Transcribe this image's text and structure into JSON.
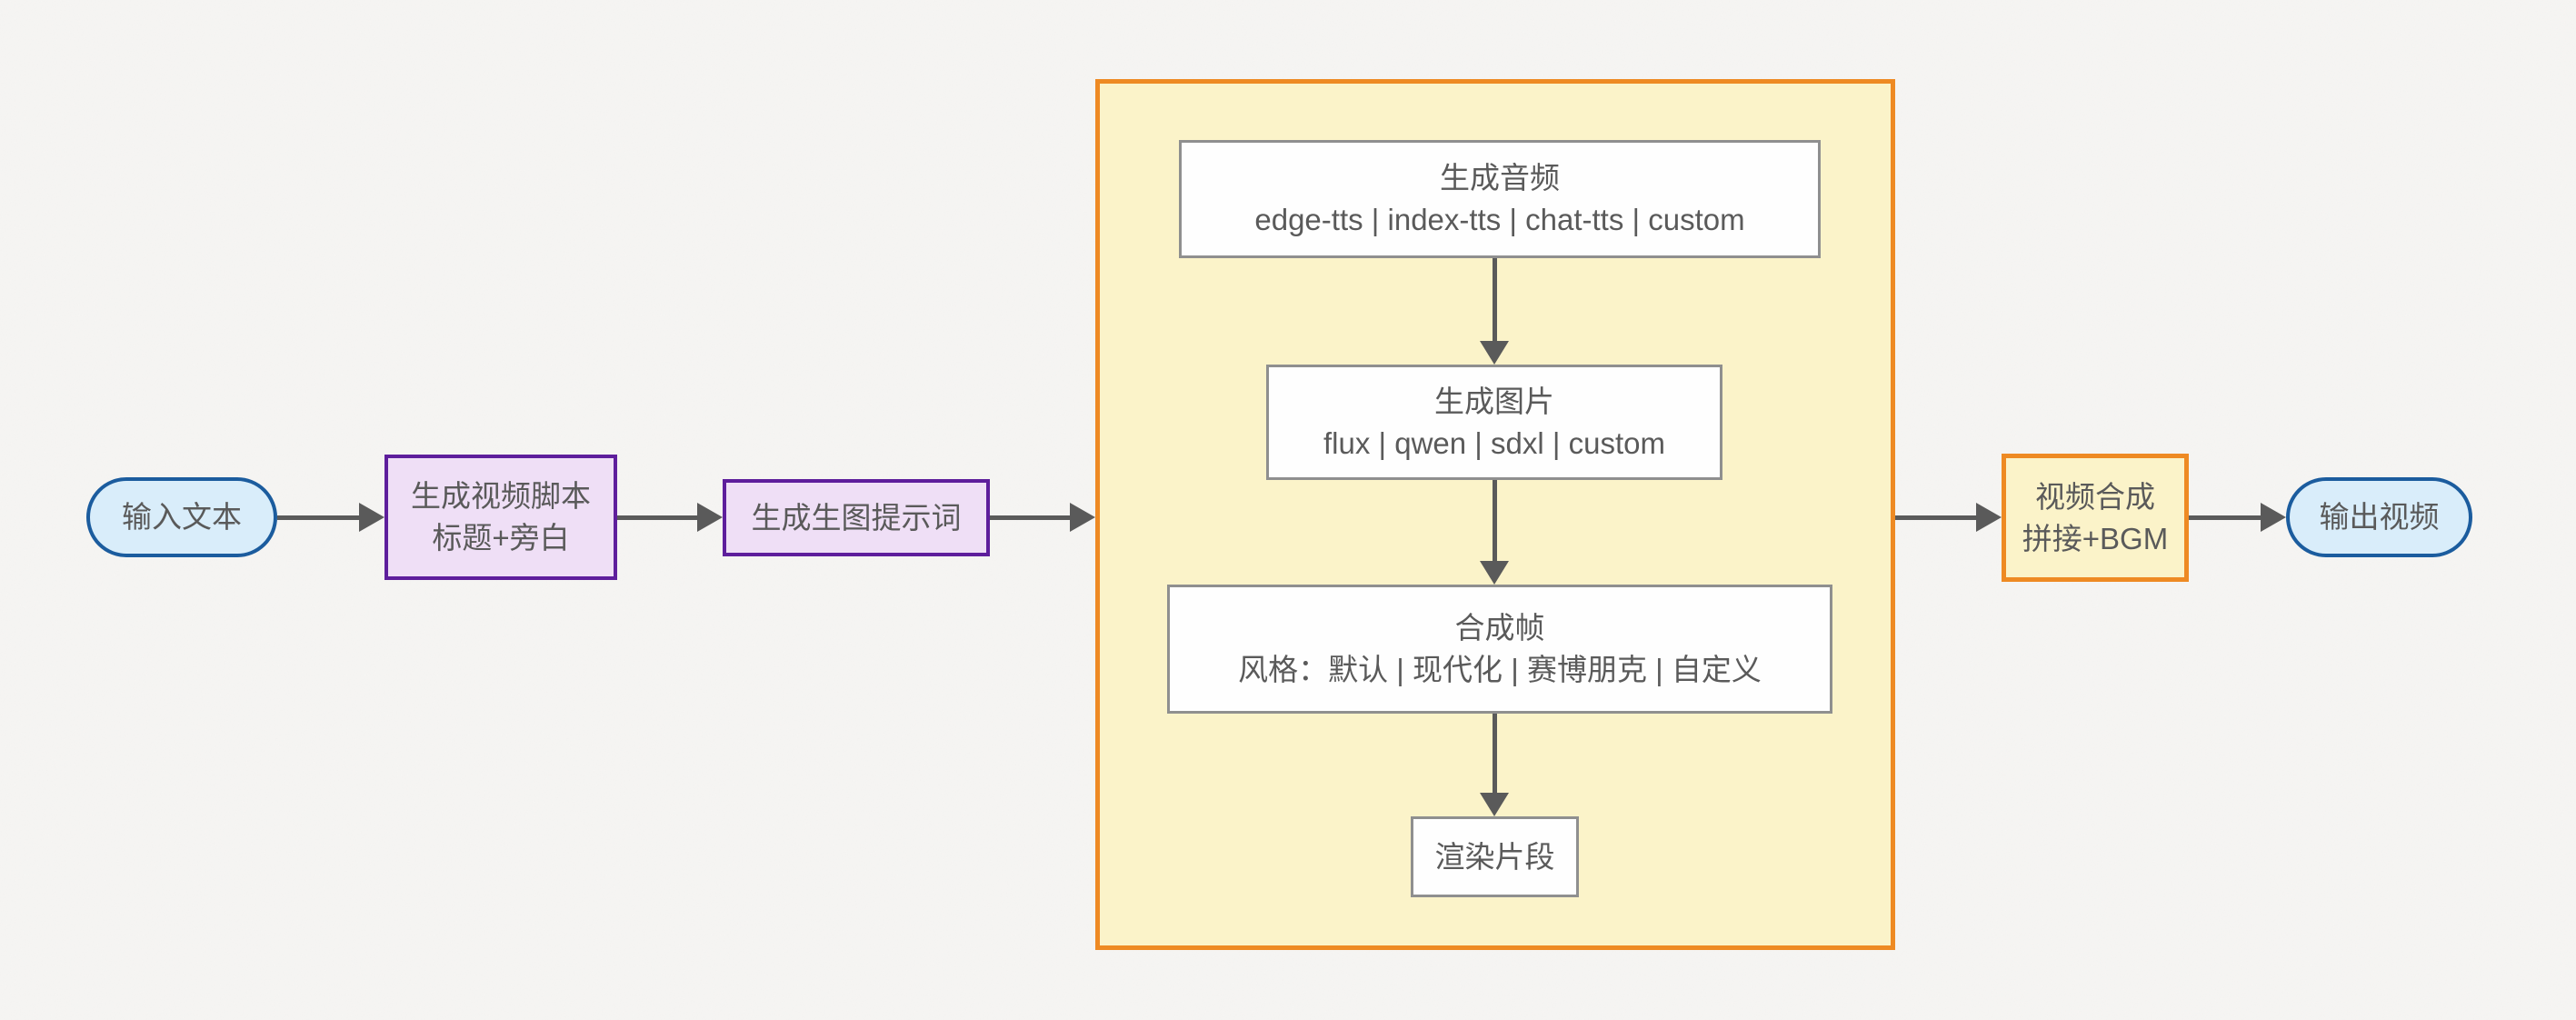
{
  "diagram": {
    "type": "flowchart",
    "direction": "left-to-right",
    "nodes": {
      "input": {
        "shape": "stadium",
        "label": "输入文本"
      },
      "script": {
        "shape": "rect",
        "line1": "生成视频脚本",
        "line2": "标题+旁白"
      },
      "prompt": {
        "shape": "rect",
        "label": "生成生图提示词"
      },
      "audio": {
        "shape": "rect",
        "line1": "生成音频",
        "line2": "edge-tts | index-tts | chat-tts | custom"
      },
      "image": {
        "shape": "rect",
        "line1": "生成图片",
        "line2": "flux | qwen | sdxl | custom"
      },
      "frame": {
        "shape": "rect",
        "line1": "合成帧",
        "line2": "风格：默认 | 现代化 | 赛博朋克 | 自定义"
      },
      "render": {
        "shape": "rect",
        "label": "渲染片段"
      },
      "compose": {
        "shape": "rect",
        "line1": "视频合成",
        "line2": "拼接+BGM"
      },
      "output": {
        "shape": "stadium",
        "label": "输出视频"
      }
    },
    "edges": [
      {
        "from": "input",
        "to": "script"
      },
      {
        "from": "script",
        "to": "prompt"
      },
      {
        "from": "prompt",
        "to": "pipeline-group"
      },
      {
        "from": "audio",
        "to": "image"
      },
      {
        "from": "image",
        "to": "frame"
      },
      {
        "from": "frame",
        "to": "render"
      },
      {
        "from": "pipeline-group",
        "to": "compose"
      },
      {
        "from": "compose",
        "to": "output"
      }
    ],
    "colors": {
      "stadium_fill": "#d9edfa",
      "stadium_border": "#1b5c9e",
      "purple_fill": "#efdff6",
      "purple_border": "#5e1e9c",
      "group_fill": "#fbf3c9",
      "group_border": "#ee8a23",
      "white_box_fill": "#fefefe",
      "white_box_border": "#8f8f8f",
      "arrow": "#5a5a5a",
      "text": "#5a5a5a",
      "background": "#f6f5f3"
    }
  }
}
